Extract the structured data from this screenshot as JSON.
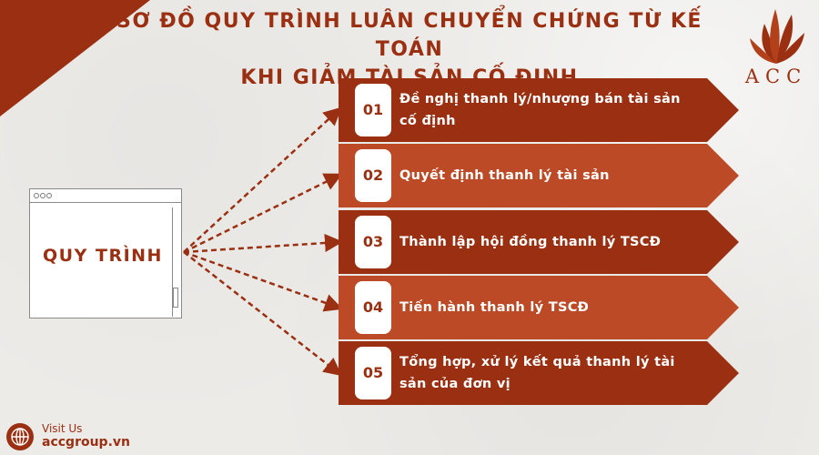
{
  "title": {
    "line1": "SƠ ĐỒ QUY TRÌNH LUÂN CHUYỂN CHỨNG TỪ KẾ TOÁN",
    "line2": "KHI GIẢM TÀI SẢN CỐ ĐỊNH"
  },
  "logo": {
    "text": "ACC"
  },
  "center_node": {
    "label": "QUY TRÌNH"
  },
  "steps": [
    {
      "number": "01",
      "text": "Đề nghị thanh lý/nhượng bán tài sản cố định",
      "color": "#9b2f12"
    },
    {
      "number": "02",
      "text": "Quyết định thanh lý tài sản",
      "color": "#bd4a26"
    },
    {
      "number": "03",
      "text": "Thành lập hội đồng thanh lý TSCĐ",
      "color": "#9b2f12"
    },
    {
      "number": "04",
      "text": "Tiến hành thanh lý TSCĐ",
      "color": "#bd4a26"
    },
    {
      "number": "05",
      "text": "Tổng hợp, xử lý kết quả thanh lý tài sản của đơn vị",
      "color": "#9b2f12"
    }
  ],
  "footer": {
    "visit_label": "Visit Us",
    "website": "accgroup.vn"
  },
  "colors": {
    "accent": "#9b2f12",
    "accent_light": "#bd4a26",
    "background": "#ecebe8"
  },
  "icons": {
    "logo": "flame-leaf-icon",
    "footer": "globe-icon",
    "window": "browser-window-icon"
  }
}
